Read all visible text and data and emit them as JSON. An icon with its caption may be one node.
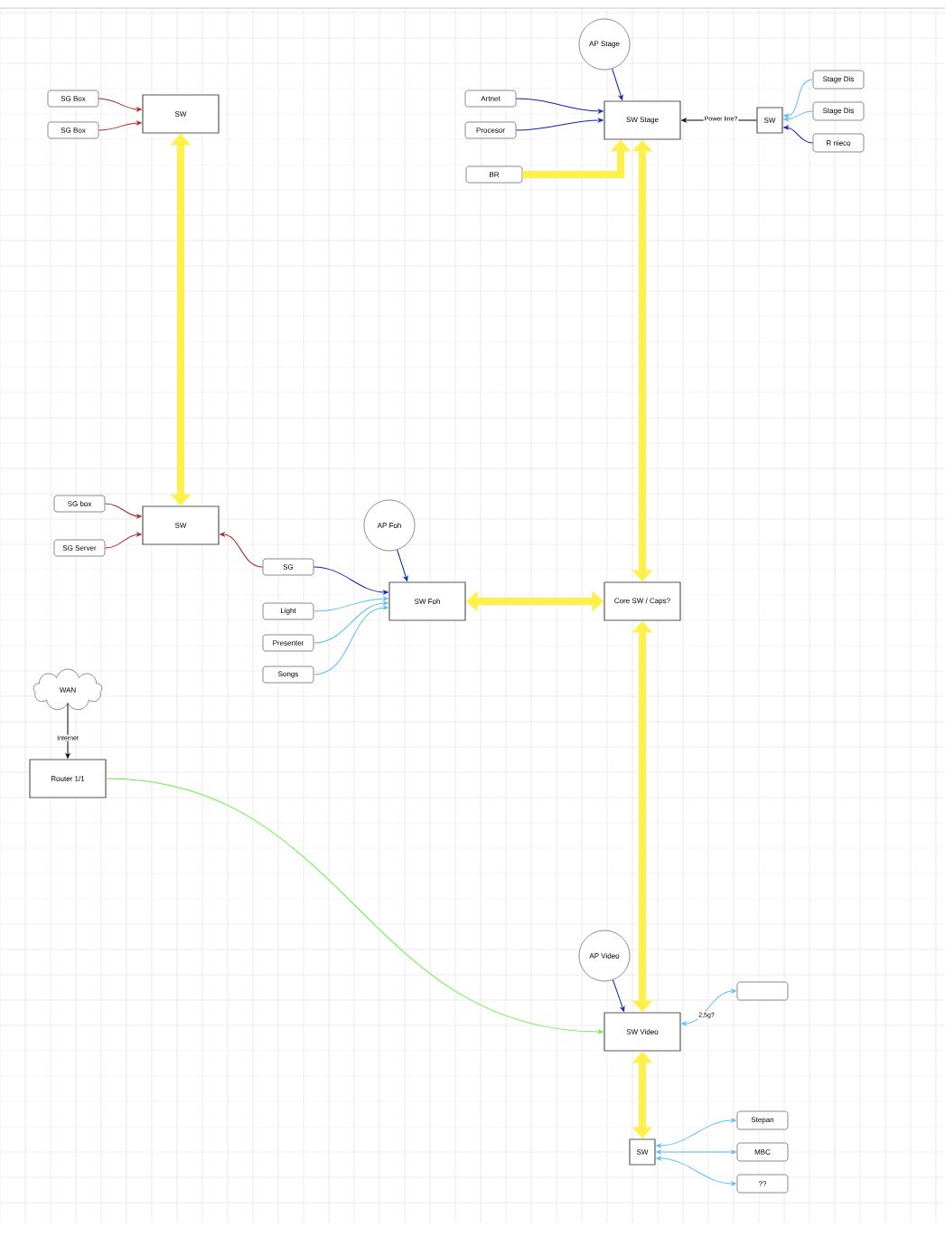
{
  "diagram": {
    "nodes": [
      {
        "text": [
          "SG Box"
        ]
      },
      {
        "text": [
          "SG Box"
        ]
      },
      {
        "text": [
          "SW"
        ]
      },
      {
        "text": [
          "Artnet"
        ]
      },
      {
        "text": [
          "Procesor"
        ]
      },
      {
        "text": [
          "BR"
        ]
      },
      {
        "text": [
          "AP Stage"
        ]
      },
      {
        "text": [
          "SW Stage"
        ]
      },
      {
        "text": [
          "SW"
        ]
      },
      {
        "text": [
          "Stage Dis"
        ]
      },
      {
        "text": [
          "Stage Dis"
        ]
      },
      {
        "text": [
          "R nieco"
        ]
      },
      {
        "text": [
          "SG box"
        ]
      },
      {
        "text": [
          "SG Server"
        ]
      },
      {
        "text": [
          "SW"
        ]
      },
      {
        "text": [
          "AP Foh"
        ]
      },
      {
        "text": [
          "SG"
        ]
      },
      {
        "text": [
          "SW Foh"
        ]
      },
      {
        "text": [
          "Light"
        ]
      },
      {
        "text": [
          "Presenter"
        ]
      },
      {
        "text": [
          "Songs"
        ]
      },
      {
        "text": [
          "Core SW / Caps?"
        ]
      },
      {
        "text": [
          "WAN"
        ]
      },
      {
        "text": [
          "Router 1/1"
        ]
      },
      {
        "text": [
          "AP Video"
        ]
      },
      {
        "text": [
          "SW Video"
        ]
      },
      {
        "text": [],
        "shape": "box"
      },
      {
        "text": [
          "SW"
        ]
      },
      {
        "text": [
          "Stepan"
        ]
      },
      {
        "text": [
          "MBC"
        ]
      },
      {
        "text": [
          "??"
        ]
      }
    ],
    "edges": [
      {
        "from": 0,
        "to": 2,
        "arrow": "to",
        "color": "#b22222"
      },
      {
        "from": 1,
        "to": 2,
        "arrow": "to",
        "color": "#b22222"
      },
      {
        "from": 2,
        "to": 14,
        "arrow": "both",
        "style": "thick",
        "color": "#fff04a"
      },
      {
        "from": 3,
        "to": 7,
        "arrow": "to",
        "color": "#0b24b5"
      },
      {
        "from": 4,
        "to": 7,
        "arrow": "to",
        "color": "#0b24b5"
      },
      {
        "from": 6,
        "to": 7,
        "arrow": "to",
        "color": "#0b24b5"
      },
      {
        "from": 5,
        "to": 7,
        "arrow": "to",
        "style": "thick",
        "color": "#fff04a"
      },
      {
        "from": 8,
        "to": 7,
        "arrow": "to",
        "label": "Power line?",
        "color": "#000000"
      },
      {
        "from": 9,
        "to": 8,
        "arrow": "to"
      },
      {
        "from": 10,
        "to": 8,
        "arrow": "to"
      },
      {
        "from": 11,
        "to": 8,
        "arrow": "to",
        "color": "#0b24b5"
      },
      {
        "from": 7,
        "to": 21,
        "arrow": "both",
        "style": "thick",
        "color": "#fff04a"
      },
      {
        "from": 12,
        "to": 14,
        "arrow": "to",
        "color": "#b22222"
      },
      {
        "from": 13,
        "to": 14,
        "arrow": "to",
        "color": "#b22222"
      },
      {
        "from": 16,
        "to": 14,
        "arrow": "to",
        "color": "#b22222"
      },
      {
        "from": 15,
        "to": 17,
        "arrow": "to",
        "color": "#0b24b5"
      },
      {
        "from": 16,
        "to": 17,
        "arrow": "to",
        "color": "#0b24b5"
      },
      {
        "from": 18,
        "to": 17,
        "arrow": "to"
      },
      {
        "from": 19,
        "to": 17,
        "arrow": "to"
      },
      {
        "from": 20,
        "to": 17,
        "arrow": "to"
      },
      {
        "from": 17,
        "to": 21,
        "arrow": "both",
        "style": "thick",
        "color": "#fff04a"
      },
      {
        "from": 21,
        "to": 25,
        "arrow": "both",
        "style": "thick",
        "color": "#fff04a"
      },
      {
        "from": 22,
        "to": 23,
        "arrow": "to",
        "label": "Internet",
        "color": "#000000"
      },
      {
        "from": 23,
        "to": 25,
        "arrow": "to",
        "color": "#66ee44"
      },
      {
        "from": 24,
        "to": 25,
        "arrow": "to",
        "color": "#0b24b5"
      },
      {
        "from": 26,
        "to": 25,
        "arrow": "both",
        "label": "2,5g?"
      },
      {
        "from": 25,
        "to": 27,
        "arrow": "both",
        "style": "thick",
        "color": "#fff04a"
      },
      {
        "from": 27,
        "to": 28,
        "arrow": "both"
      },
      {
        "from": 27,
        "to": 29,
        "arrow": "both"
      },
      {
        "from": 27,
        "to": 30,
        "arrow": "both"
      }
    ]
  }
}
